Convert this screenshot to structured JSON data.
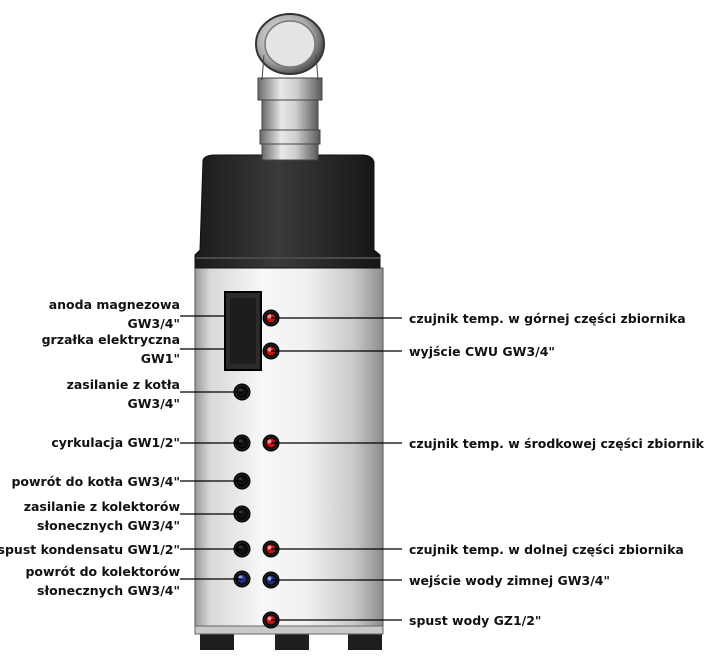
{
  "left_labels": [
    {
      "id": "anoda",
      "lines": [
        "anoda magnezowa",
        "GW3/4\""
      ]
    },
    {
      "id": "grzalka",
      "lines": [
        "grzałka elektryczna",
        "GW1\""
      ]
    },
    {
      "id": "zasilanie-kotla",
      "lines": [
        "zasilanie z kotła",
        "GW3/4\""
      ]
    },
    {
      "id": "cyrkulacja",
      "lines": [
        "cyrkulacja GW1/2\""
      ]
    },
    {
      "id": "powrot-kotla",
      "lines": [
        "powrót do kotła GW3/4\""
      ]
    },
    {
      "id": "zasilanie-kolektorow",
      "lines": [
        "zasilanie z kolektorów",
        "słonecznych GW3/4\""
      ]
    },
    {
      "id": "spust-kondensatu",
      "lines": [
        "spust kondensatu GW1/2\""
      ]
    },
    {
      "id": "powrot-kolektorow",
      "lines": [
        "powrót do kolektorów",
        "słonecznych GW3/4\""
      ]
    }
  ],
  "right_labels": [
    {
      "id": "czujnik-gorny",
      "lines": [
        "czujnik temp. w górnej części zbiornika"
      ]
    },
    {
      "id": "wyjscie-cwu",
      "lines": [
        "wyjście CWU GW3/4\""
      ]
    },
    {
      "id": "czujnik-srodkowy",
      "lines": [
        "czujnik temp. w środkowej części zbiornika"
      ]
    },
    {
      "id": "czujnik-dolny",
      "lines": [
        "czujnik temp. w dolnej części zbiornika"
      ]
    },
    {
      "id": "wejscie-wody",
      "lines": [
        "wejście wody zimnej GW3/4\""
      ]
    },
    {
      "id": "spust-wody",
      "lines": [
        "spust wody GZ1/2\""
      ]
    }
  ],
  "colors": {
    "port_red": "#cc1111",
    "port_black": "#111111",
    "port_blue": "#1c2a8c",
    "body_light": "#f4f4f4",
    "body_dark": "#8a8a8a",
    "cap": "#2a2a2a"
  }
}
